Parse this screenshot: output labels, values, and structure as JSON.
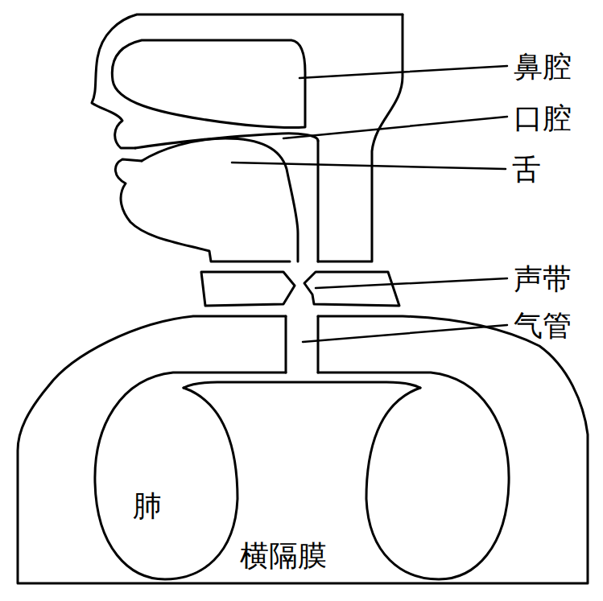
{
  "diagram": {
    "labels": [
      "鼻腔",
      "口腔",
      "舌",
      "声带",
      "气管",
      "肺",
      "横隔膜"
    ]
  }
}
